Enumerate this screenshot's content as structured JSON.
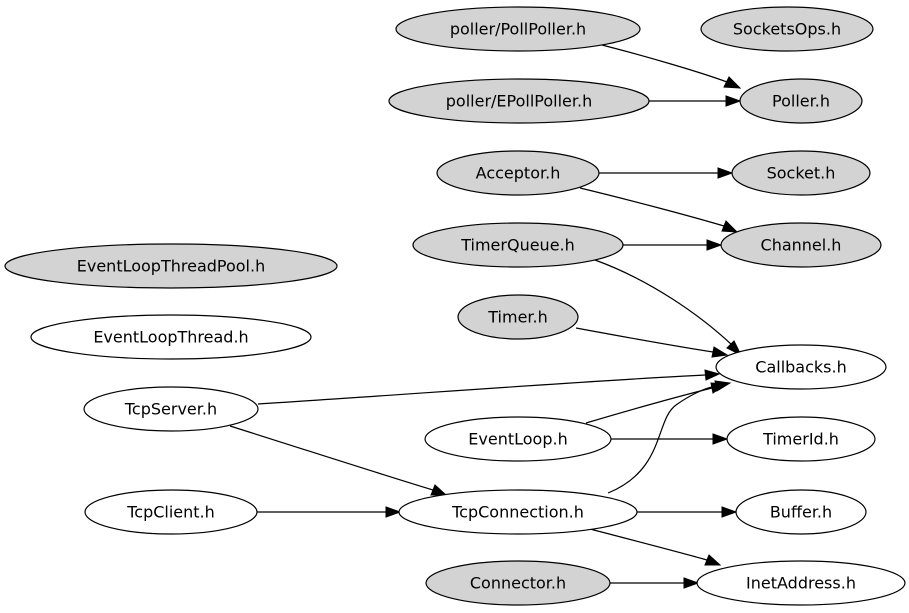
{
  "colors": {
    "shaded": "#d3d3d3",
    "plain": "#ffffff"
  },
  "nodes": {
    "pollpoller": {
      "label": "poller/PollPoller.h",
      "shaded": true
    },
    "socketsops": {
      "label": "SocketsOps.h",
      "shaded": true
    },
    "epollpoller": {
      "label": "poller/EPollPoller.h",
      "shaded": true
    },
    "poller": {
      "label": "Poller.h",
      "shaded": true
    },
    "acceptor": {
      "label": "Acceptor.h",
      "shaded": true
    },
    "socket": {
      "label": "Socket.h",
      "shaded": true
    },
    "timerqueue": {
      "label": "TimerQueue.h",
      "shaded": true
    },
    "channel": {
      "label": "Channel.h",
      "shaded": true
    },
    "eltpool": {
      "label": "EventLoopThreadPool.h",
      "shaded": true
    },
    "timer": {
      "label": "Timer.h",
      "shaded": true
    },
    "elthread": {
      "label": "EventLoopThread.h",
      "shaded": false
    },
    "callbacks": {
      "label": "Callbacks.h",
      "shaded": false
    },
    "tcpserver": {
      "label": "TcpServer.h",
      "shaded": false
    },
    "eventloop": {
      "label": "EventLoop.h",
      "shaded": false
    },
    "timerid": {
      "label": "TimerId.h",
      "shaded": false
    },
    "tcpclient": {
      "label": "TcpClient.h",
      "shaded": false
    },
    "tcpconnection": {
      "label": "TcpConnection.h",
      "shaded": false
    },
    "buffer": {
      "label": "Buffer.h",
      "shaded": false
    },
    "connector": {
      "label": "Connector.h",
      "shaded": true
    },
    "inetaddress": {
      "label": "InetAddress.h",
      "shaded": false
    }
  },
  "edges": [
    {
      "from": "pollpoller",
      "to": "poller"
    },
    {
      "from": "epollpoller",
      "to": "poller"
    },
    {
      "from": "acceptor",
      "to": "socket"
    },
    {
      "from": "acceptor",
      "to": "channel"
    },
    {
      "from": "timerqueue",
      "to": "channel"
    },
    {
      "from": "timerqueue",
      "to": "callbacks"
    },
    {
      "from": "timer",
      "to": "callbacks"
    },
    {
      "from": "tcpserver",
      "to": "callbacks"
    },
    {
      "from": "tcpserver",
      "to": "tcpconnection"
    },
    {
      "from": "eventloop",
      "to": "callbacks"
    },
    {
      "from": "eventloop",
      "to": "timerid"
    },
    {
      "from": "tcpclient",
      "to": "tcpconnection"
    },
    {
      "from": "tcpconnection",
      "to": "callbacks"
    },
    {
      "from": "tcpconnection",
      "to": "buffer"
    },
    {
      "from": "tcpconnection",
      "to": "inetaddress"
    },
    {
      "from": "connector",
      "to": "inetaddress"
    }
  ]
}
